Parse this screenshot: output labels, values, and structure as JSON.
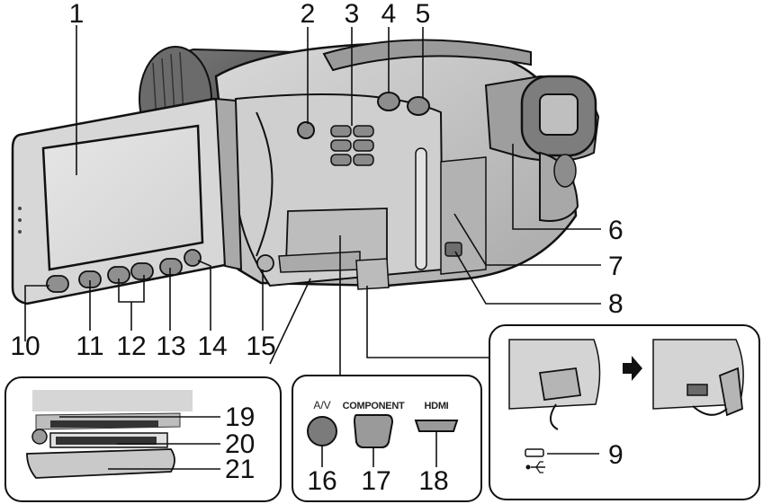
{
  "callouts": {
    "c1": "1",
    "c2": "2",
    "c3": "3",
    "c4": "4",
    "c5": "5",
    "c6": "6",
    "c7": "7",
    "c8": "8",
    "c9": "9",
    "c10": "10",
    "c11": "11",
    "c12": "12",
    "c13": "13",
    "c14": "14",
    "c15": "15",
    "c16": "16",
    "c17": "17",
    "c18": "18",
    "c19": "19",
    "c20": "20",
    "c21": "21"
  },
  "terminals": {
    "av": "A/V",
    "component": "COMPONENT",
    "hdmi": "HDMI"
  },
  "icons": {
    "arrow": "right-arrow-icon",
    "usb": "usb-icon"
  },
  "colors": {
    "body": "#c8c8c8",
    "body_dark": "#8a8a8a",
    "outline": "#111111",
    "background": "#ffffff"
  }
}
